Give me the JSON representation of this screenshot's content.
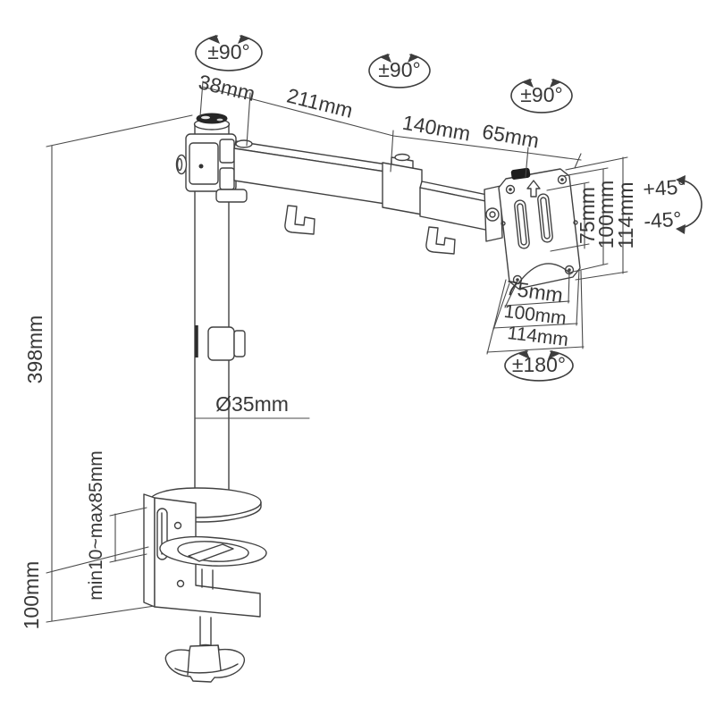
{
  "figure": {
    "type": "technical-dimension-diagram",
    "subject": "single-monitor desk mount arm with C-clamp and VESA plate",
    "background": "#ffffff",
    "line_color": "#414141",
    "text_color": "#383838",
    "lock_piece_color": "#1d1d1d"
  },
  "labels": {
    "rot_pole": "±90°",
    "rot_mid": "±90°",
    "rot_end": "±90°",
    "rot_vesa": "±180°",
    "tilt_up": "+45°",
    "tilt_down": "-45°",
    "dim_38": "38mm",
    "dim_211": "211mm",
    "dim_140": "140mm",
    "dim_65": "65mm",
    "vesa_v_75": "75mm",
    "vesa_v_100": "100mm",
    "vesa_v_114": "114mm",
    "vesa_h_75": "75mm",
    "vesa_h_100": "100mm",
    "vesa_h_114": "114mm",
    "pole_height": "398mm",
    "pole_diameter": "Ø35mm",
    "clamp_range": "min10~max85mm",
    "clamp_height": "100mm"
  }
}
